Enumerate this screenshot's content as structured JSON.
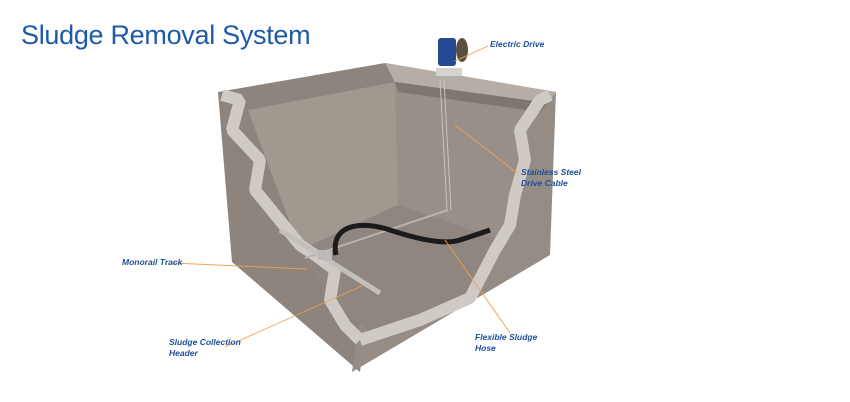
{
  "title": "Sludge Removal System",
  "labels": {
    "electric_drive": "Electric Drive",
    "drive_cable_line1": "Stainless Steel",
    "drive_cable_line2": "Drive Cable",
    "monorail_track": "Monorail Track",
    "collection_header_line1": "Sludge Collection",
    "collection_header_line2": "Header",
    "sludge_hose_line1": "Flexible Sludge",
    "sludge_hose_line2": "Hose"
  },
  "colors": {
    "title": "#1e5aa8",
    "label": "#1d4f9c",
    "leader": "#f0a050",
    "concrete": "#8f8780",
    "cut": "#cfcbc4"
  }
}
